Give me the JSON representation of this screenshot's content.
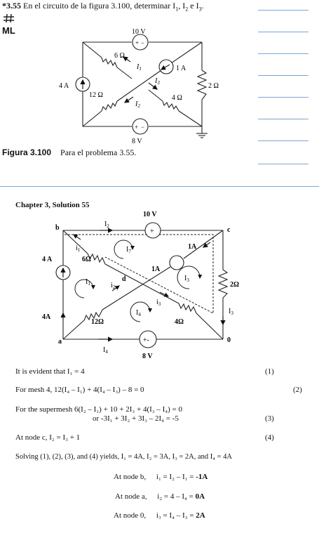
{
  "problem": {
    "number": "*3.55",
    "statement": "En el circuito de la figura 3.100, determinar I",
    "statement_rest": ", I",
    "statement_rest2": " e I",
    "statement_end": ".",
    "badge": "ML",
    "figure_label": "Figura 3.100",
    "figure_caption": "Para el problema 3.55."
  },
  "fig1": {
    "v_top": "10 V",
    "v_bottom": "8 V",
    "r_6": "6 Ω",
    "r_12": "12 Ω",
    "r_4": "4 Ω",
    "r_2": "2 Ω",
    "src_4a": "4 A",
    "src_1a": "1 A",
    "i1": "I",
    "i2": "I",
    "i3": "I",
    "sub1": "1",
    "sub2": "2",
    "sub3": "3",
    "plus": "+",
    "minus": "−"
  },
  "solution": {
    "title": "Chapter 3, Solution 55",
    "fig": {
      "v_top": "10 V",
      "v_bottom": "8 V",
      "node_b": "b",
      "node_c": "c",
      "node_a": "a",
      "node_0": "0",
      "node_d": "d",
      "src_4a_top": "4 A",
      "src_4a_bottom": "4A",
      "src_1a_center": "1A",
      "src_1a_top": "1A",
      "r_6": "6Ω",
      "r_12": "12Ω",
      "r_4": "4Ω",
      "r_2": "2Ω",
      "I": "I",
      "i": "i",
      "s1": "1",
      "s2": "2",
      "s3": "3",
      "s4": "4",
      "s7": "7",
      "plus": "+",
      "pm": "+-"
    },
    "lines": [
      {
        "text": "It is evident that  I₁ = 4",
        "num": "(1)"
      },
      {
        "text": "For mesh 4,    12(I₄ – I₁) + 4(I₄ – I₃) – 8 = 0",
        "num": "(2)"
      },
      {
        "text": "For the supermesh     6(I₂ – I₁) + 10 + 2I₃ + 4(I₃ – I₄) = 0",
        "num": ""
      },
      {
        "text": "or  -3I₁ + 3I₂ + 3I₃ – 2I₄ = -5",
        "num": "(3)"
      },
      {
        "text": "At node c,      I₂ = I₃ + 1",
        "num": "(4)"
      },
      {
        "text": "Solving (1), (2), (3), and (4) yields,  I₁ = 4A, I₂ = 3A, I₃ = 2A, and I₄ = 4A",
        "num": ""
      }
    ],
    "nodes": [
      {
        "label": "At node b,",
        "eq": "i₁ = I₂ – I₁ = ",
        "val": "-1A"
      },
      {
        "label": "At node a,",
        "eq": "i₂ = 4 – I₄ = ",
        "val": "0A"
      },
      {
        "label": "At node 0,",
        "eq": "i₃ = I₄ – I₃ = ",
        "val": "2A"
      }
    ]
  }
}
